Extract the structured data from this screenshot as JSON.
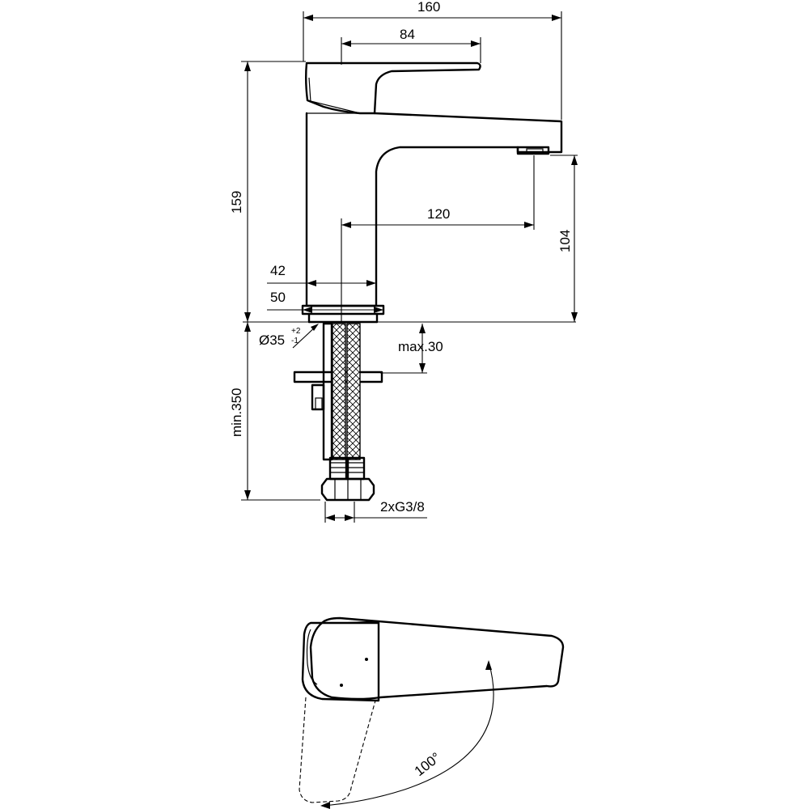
{
  "dimensions": {
    "width_total": "160",
    "width_lever": "84",
    "height_total": "159",
    "projection": "120",
    "spout_height": "104",
    "body_inner": "42",
    "body_outer": "50",
    "hole_diameter": "Ø35",
    "hole_tol_plus": "+2",
    "hole_tol_minus": "-1",
    "max_thickness": "max.30",
    "hose_length": "min.350",
    "connection": "2xG3/8"
  },
  "top_view": {
    "rotation_angle": "100°"
  }
}
